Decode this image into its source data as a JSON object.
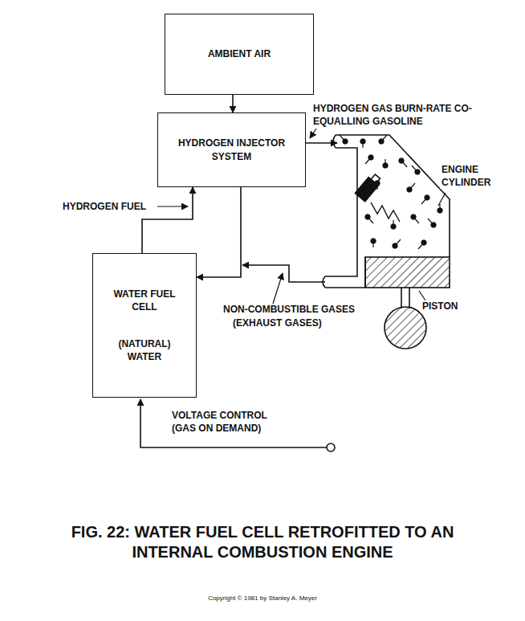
{
  "diagram": {
    "caption": "FIG. 22: WATER FUEL CELL RETROFITTED TO AN INTERNAL COMBUSTION ENGINE",
    "nodes": [
      {
        "text": [
          "AMBIENT AIR"
        ]
      },
      {
        "text": [
          "HYDROGEN INJECTOR SYSTEM"
        ]
      },
      {
        "text": [
          "WATER FUEL CELL",
          "(NATURAL) WATER"
        ]
      }
    ],
    "edges": [
      {
        "from": 0,
        "to": 1,
        "arrow": "to"
      },
      {
        "from": 2,
        "to": 1,
        "arrow": "to"
      },
      {
        "from": 1,
        "to": 2,
        "arrow": "to"
      }
    ],
    "labels": [
      "HYDROGEN GAS BURN-RATE CO-EQUALLING GASOLINE",
      "ENGINE CYLINDER",
      "HYDROGEN FUEL",
      "NON-COMBUSTIBLE GASES",
      "(EXHAUST GASES)",
      "PISTON",
      "VOLTAGE CONTROL (GAS ON DEMAND)",
      "Copyright © 1981 by Stanley A. Meyer"
    ]
  }
}
